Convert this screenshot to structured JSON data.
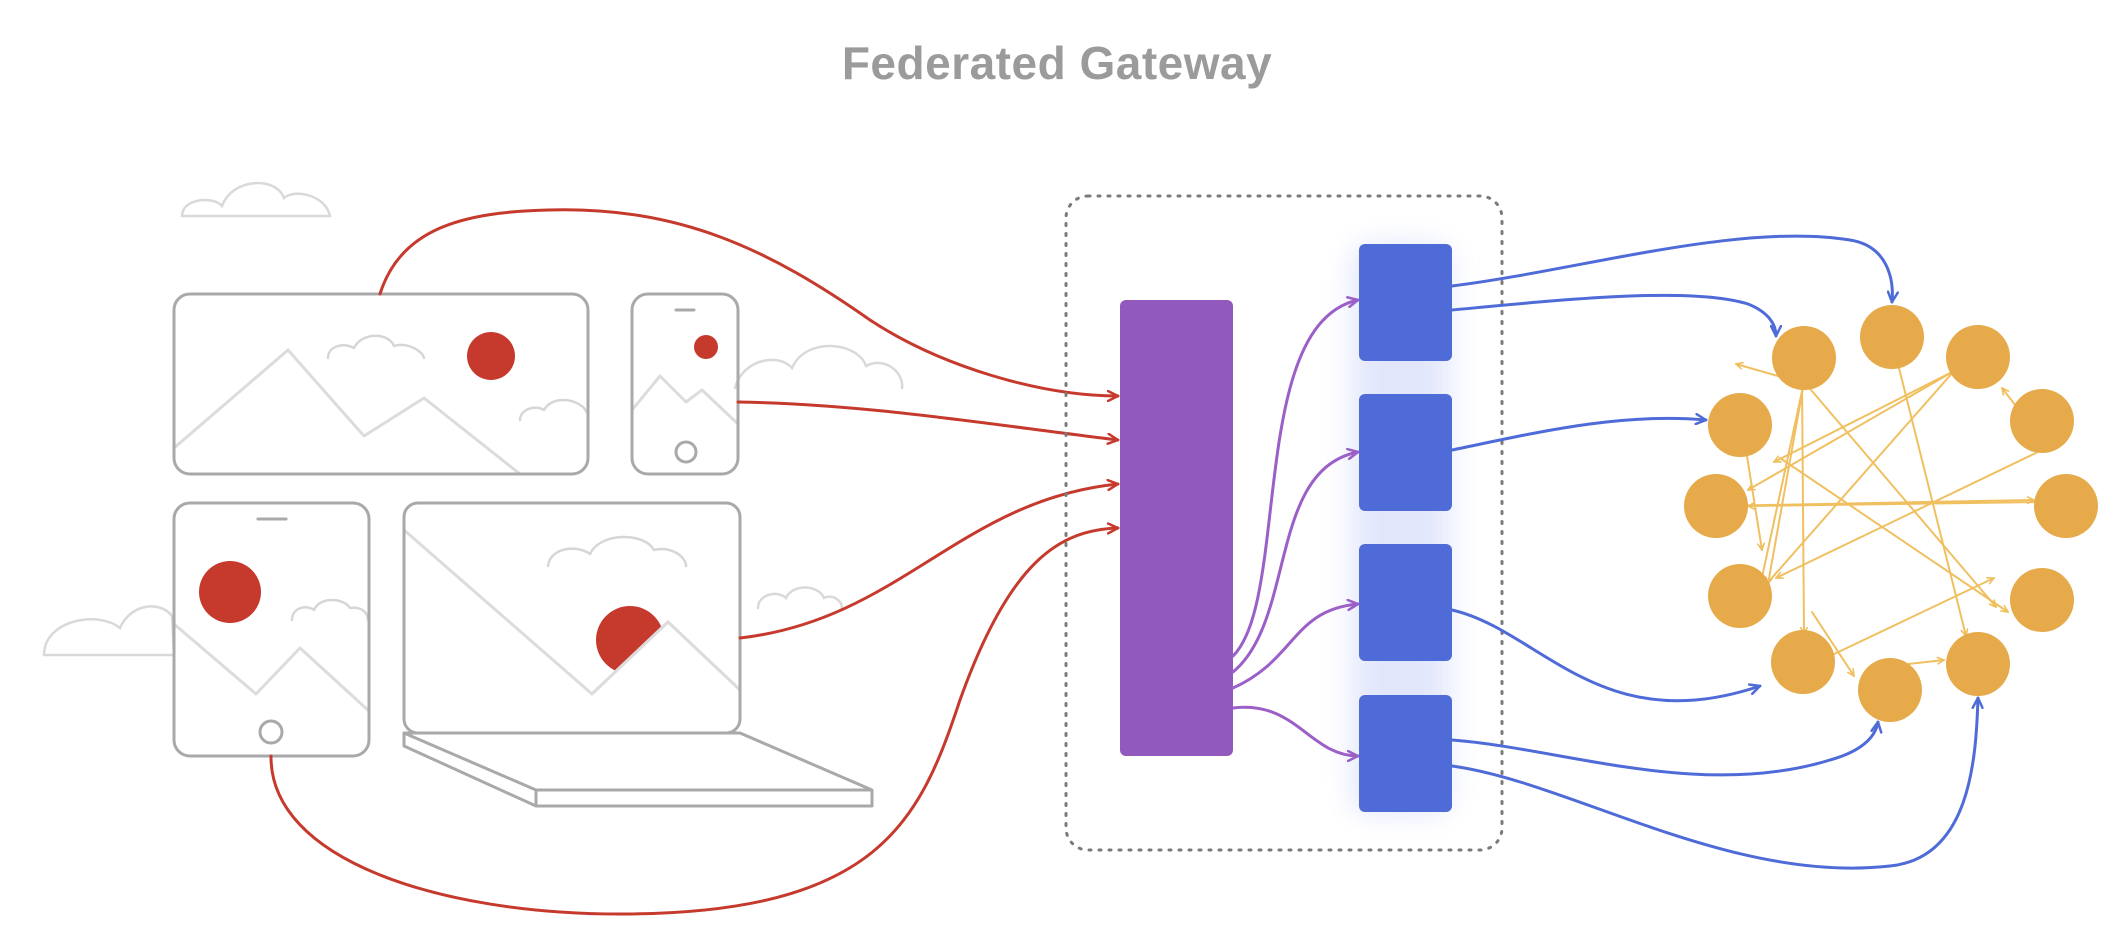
{
  "title": "Federated Gateway",
  "colors": {
    "background": "#ffffff",
    "title_text": "#9b9b9b",
    "device_outline": "#a9a9a9",
    "cloud_outline": "#d6d6d6",
    "accent_red": "#c63a2e",
    "gateway_purple": "#9158bd",
    "service_blue": "#4f6bd8",
    "node_orange": "#e6aa4a",
    "mesh_line": "#f0c060",
    "boundary": "#7a7a7a"
  },
  "icons": [
    "cloud",
    "tv-screen",
    "phone",
    "tablet",
    "laptop",
    "sun",
    "mountain",
    "gateway",
    "service",
    "graph-node"
  ]
}
